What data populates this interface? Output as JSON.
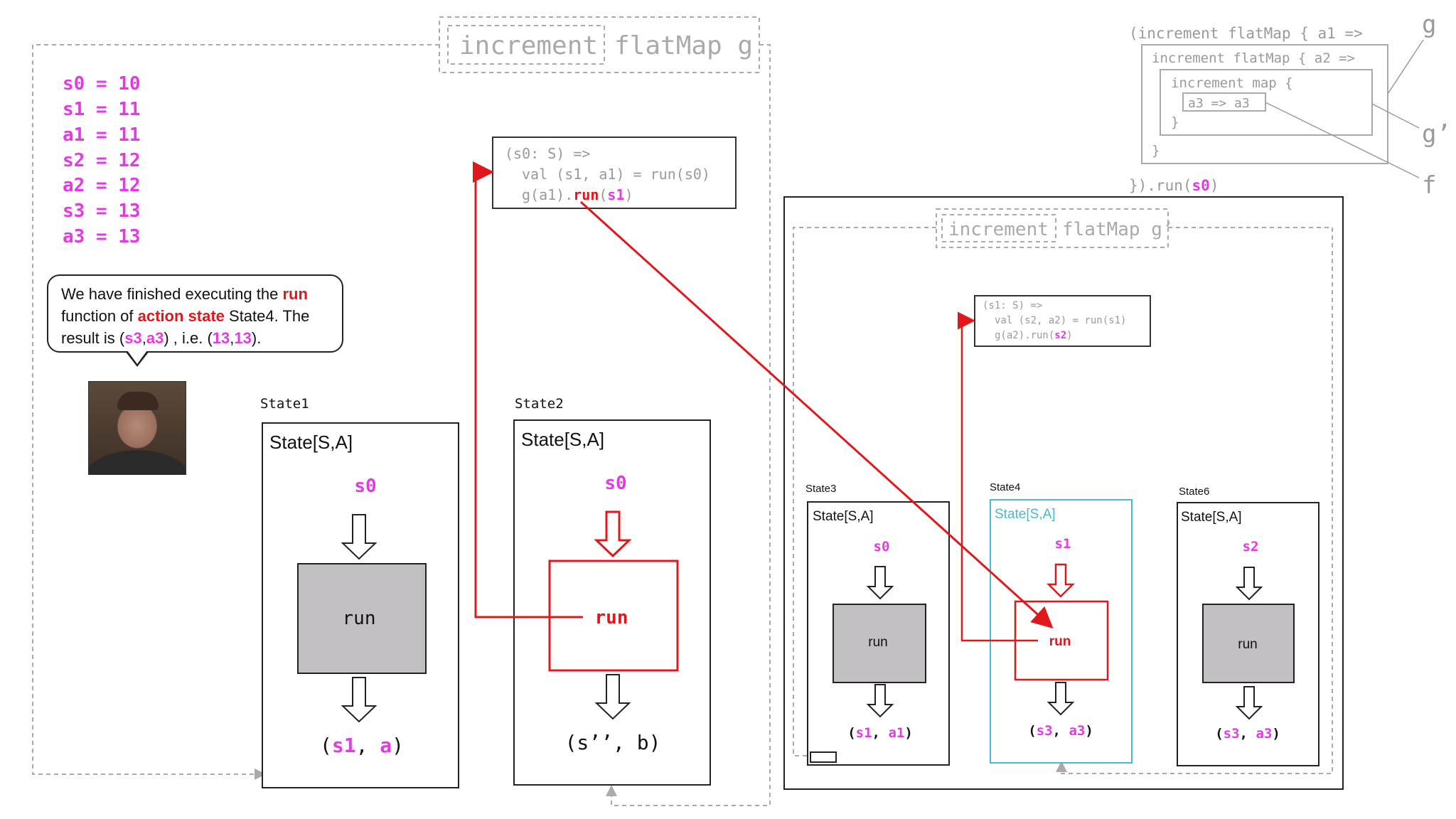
{
  "variables": [
    {
      "text": "s0 = 10"
    },
    {
      "text": "s1 = 11"
    },
    {
      "text": "a1 = 11"
    },
    {
      "text": "s2 = 12"
    },
    {
      "text": "a2 = 12"
    },
    {
      "text": "s3 = 13"
    },
    {
      "text": "a3 = 13"
    }
  ],
  "bubble": {
    "t1": "We have finished executing the ",
    "t2": "run",
    "t3": "function of ",
    "t4": "action state",
    "t5": " State4. The",
    "t6": "result is (",
    "t7": "s3",
    "t8": ",",
    "t9": "a3",
    "t10": ") , i.e. (",
    "t11": "13",
    "t12": ",",
    "t13": "13",
    "t14": ")."
  },
  "outer_label": {
    "increment": "increment",
    "flatmap": "flatMap g"
  },
  "inner_label": {
    "increment": "increment",
    "flatmap": "flatMap g’"
  },
  "code_outer": {
    "line1": "(s0: S) =>",
    "line2": "val (s1, a1) = run(s0)",
    "line3_a": "g(a1).",
    "line3_b": "run",
    "line3_c": "(",
    "line3_d": "s1",
    "line3_e": ")"
  },
  "code_inner": {
    "line1": "(s1: S) =>",
    "line2": "val (s2, a2) = run(s1)",
    "line3_a": "g(a2).run(",
    "line3_b": "s2",
    "line3_c": ")"
  },
  "top_right": {
    "l1": "(increment flatMap { a1 =>",
    "l2": "increment flatMap { a2 =>",
    "l3": "increment map {",
    "l4": "a3 => a3",
    "l5": "}",
    "l6": "}",
    "l7_a": "}).run(",
    "l7_b": "s0",
    "l7_c": ")",
    "label_g": "g",
    "label_g2": "g’",
    "label_f": "f"
  },
  "states": [
    {
      "name": "State1",
      "type": "State[S,A]",
      "input": "s0",
      "run": "run",
      "out_a": "(",
      "out_b": "s1",
      "out_c": ", ",
      "out_d": "a",
      "out_e": ")"
    },
    {
      "name": "State2",
      "type": "State[S,A]",
      "input": "s0",
      "run": "run",
      "out": "(s’’, b)"
    },
    {
      "name": "State3",
      "type": "State[S,A]",
      "input": "s0",
      "run": "run",
      "out_a": "(",
      "out_b": "s1",
      "out_c": ", ",
      "out_d": "a1",
      "out_e": ")"
    },
    {
      "name": "State4",
      "type": "State[S,A]",
      "input": "s1",
      "run": "run",
      "out_a": "(",
      "out_b": "s3",
      "out_c": ", ",
      "out_d": "a3",
      "out_e": ")"
    },
    {
      "name": "State6",
      "type": "State[S,A]",
      "input": "s2",
      "run": "run",
      "out_a": "(",
      "out_b": "s3",
      "out_c": ", ",
      "out_d": "a3",
      "out_e": ")"
    }
  ],
  "colors": {
    "pink": "#e639e6",
    "red": "#e0181c",
    "cyan": "#4ab8d4",
    "grey": "#9a9a9a",
    "run_fill": "#c2c0c2"
  }
}
